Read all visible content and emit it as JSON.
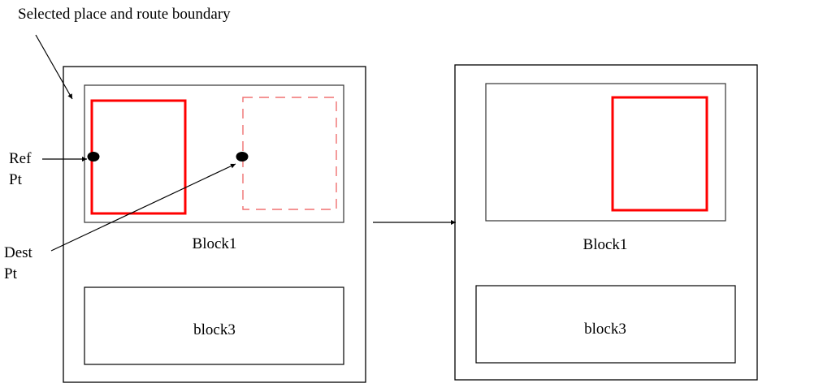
{
  "title_annotation": "Selected place and route boundary",
  "ref_point_label": [
    "Ref",
    "Pt"
  ],
  "dest_point_label": [
    "Dest",
    "Pt"
  ],
  "before_panel": {
    "block1_label": "Block1",
    "block3_label": "block3",
    "instance_style": "solid",
    "ghost_instance_style": "dashed"
  },
  "after_panel": {
    "block1_label": "Block1",
    "block3_label": "block3",
    "instance_style": "solid"
  },
  "colors": {
    "outline": "#000000",
    "inner_outline": "#555555",
    "instance": "#ff0000",
    "ghost_instance": "#f07070",
    "point": "#000000"
  }
}
